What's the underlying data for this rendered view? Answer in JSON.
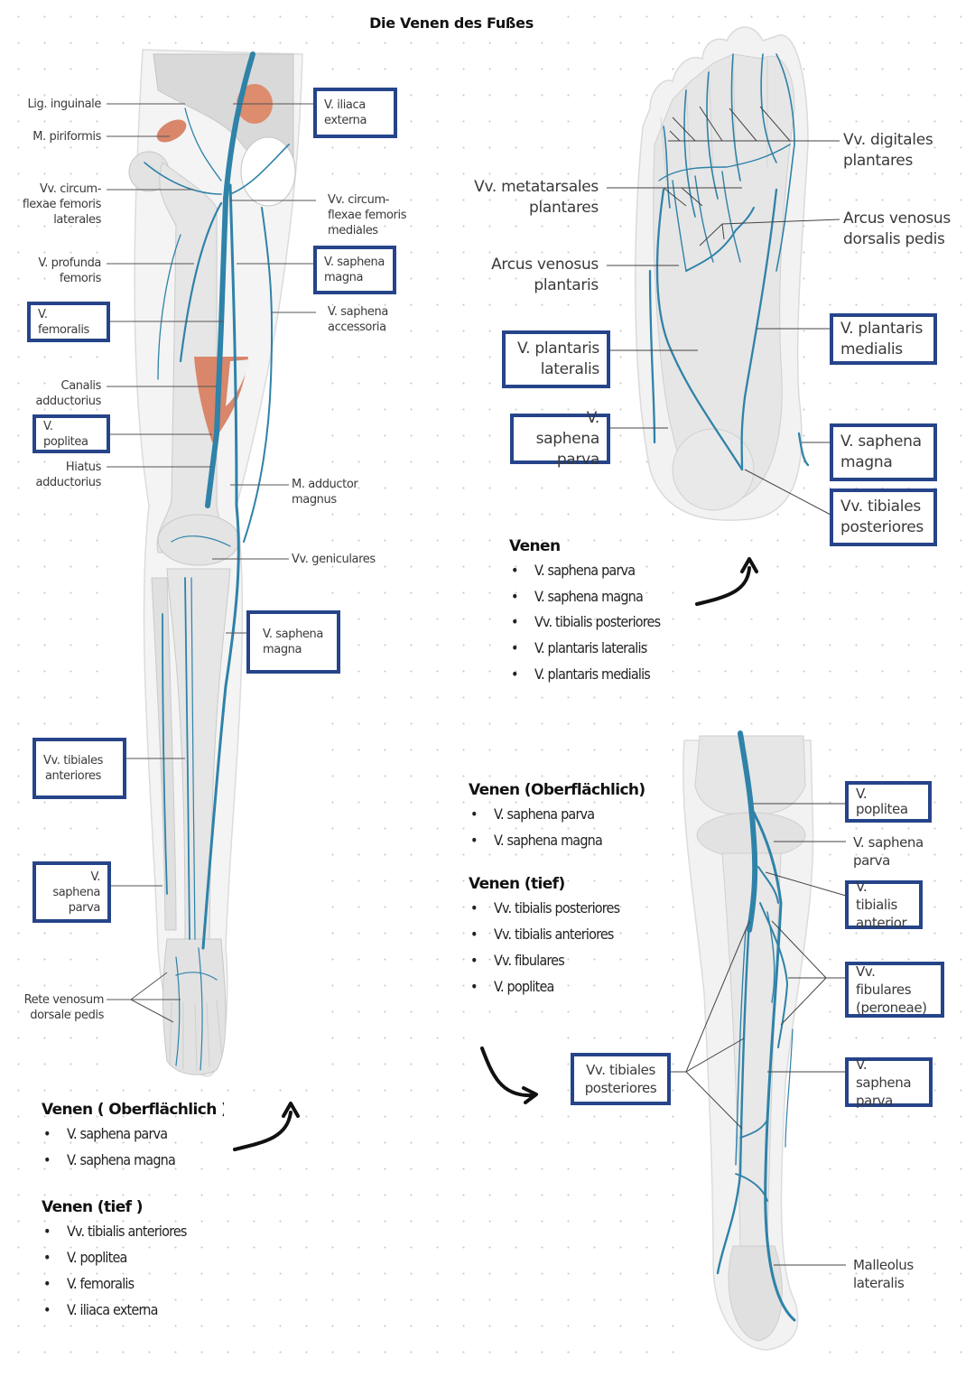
{
  "title": "Die Venen des Fußes",
  "colors": {
    "label_box_border": "#26448a",
    "vein": "#2f82a8",
    "muscle": "#d9866a",
    "bone": "#e6e6e6",
    "leader_line": "#555555"
  },
  "figure_leg_anterior": {
    "labels_left": [
      {
        "text": "Lig. inguinale",
        "boxed": false
      },
      {
        "text": "M. piriformis",
        "boxed": false
      },
      {
        "text": "Vv. circum-\nflexae femoris\nlaterales",
        "boxed": false
      },
      {
        "text": "V. profunda\nfemoris",
        "boxed": false
      },
      {
        "text": "V. femoralis",
        "boxed": true
      },
      {
        "text": "Canalis\nadductorius",
        "boxed": false
      },
      {
        "text": "V. poplitea",
        "boxed": true
      },
      {
        "text": "Hiatus\nadductorius",
        "boxed": false
      },
      {
        "text": "Vv. tibiales\nanteriores",
        "boxed": true
      },
      {
        "text": "V. saphena\nparva",
        "boxed": true
      },
      {
        "text": "Rete venosum\ndorsale pedis",
        "boxed": false
      }
    ],
    "labels_right": [
      {
        "text": "V. iliaca\nexterna",
        "boxed": true
      },
      {
        "text": "Vv. circum-\nflexae femoris\nmediales",
        "boxed": false
      },
      {
        "text": "V. saphena\nmagna",
        "boxed": true
      },
      {
        "text": "V. saphena\naccessoria",
        "boxed": false
      },
      {
        "text": "M. adductor\nmagnus",
        "boxed": false
      },
      {
        "text": "Vv. geniculares",
        "boxed": false
      },
      {
        "text": "V. saphena\nmagna",
        "boxed": true
      }
    ]
  },
  "figure_foot_plantar": {
    "labels_left": [
      {
        "text": "Vv. metatarsales\nplantares",
        "boxed": false
      },
      {
        "text": "Arcus venosus\nplantaris",
        "boxed": false
      },
      {
        "text": "V. plantaris\nlateralis",
        "boxed": true
      },
      {
        "text": "V. saphena\nparva",
        "boxed": true
      }
    ],
    "labels_right": [
      {
        "text": "Vv. digitales\nplantares",
        "boxed": false
      },
      {
        "text": "Arcus venosus\ndorsalis pedis",
        "boxed": false
      },
      {
        "text": "V. plantaris\nmedialis",
        "boxed": true
      },
      {
        "text": "V. saphena\nmagna",
        "boxed": true
      },
      {
        "text": "Vv. tibiales\nposteriores",
        "boxed": true
      }
    ]
  },
  "figure_leg_posterior": {
    "labels_left": [
      {
        "text": "Vv. tibiales\nposteriores",
        "boxed": true
      }
    ],
    "labels_right": [
      {
        "text": "V. poplitea",
        "boxed": true
      },
      {
        "text": "V. saphena\nparva",
        "boxed": false
      },
      {
        "text": "V. tibialis\nanterior",
        "boxed": true
      },
      {
        "text": "Vv. fibulares\n(peroneae)",
        "boxed": true
      },
      {
        "text": "V. saphena\nparva",
        "boxed": true
      },
      {
        "text": "Malleolus\nlateralis",
        "boxed": false
      }
    ]
  },
  "notes_leg": {
    "superficial": {
      "heading": "Venen ( Oberflächlich )",
      "items": [
        "V. saphena parva",
        "V. saphena magna"
      ]
    },
    "deep": {
      "heading": "Venen (tief )",
      "items": [
        "Vv. tibialis anteriores",
        "V. poplitea",
        "V. femoralis",
        "V. iliaca externa"
      ]
    }
  },
  "notes_foot": {
    "heading": "Venen",
    "items": [
      "V. saphena parva",
      "V. saphena magna",
      "Vv. tibialis posteriores",
      "V. plantaris lateralis",
      "V. plantaris medialis"
    ]
  },
  "notes_posterior": {
    "superficial": {
      "heading": "Venen (Oberflächlich)",
      "items": [
        "V. saphena parva",
        "V. saphena magna"
      ]
    },
    "deep": {
      "heading": "Venen (tief)",
      "items": [
        "Vv. tibialis posteriores",
        "Vv. tibialis anteriores",
        "Vv. fibulares",
        "V. poplitea"
      ]
    }
  },
  "bullet": "•",
  "icons": {
    "arrow_leg": "curved-arrow-up-right",
    "arrow_foot": "curved-arrow-up-right",
    "arrow_posterior": "curved-arrow-down-right"
  }
}
